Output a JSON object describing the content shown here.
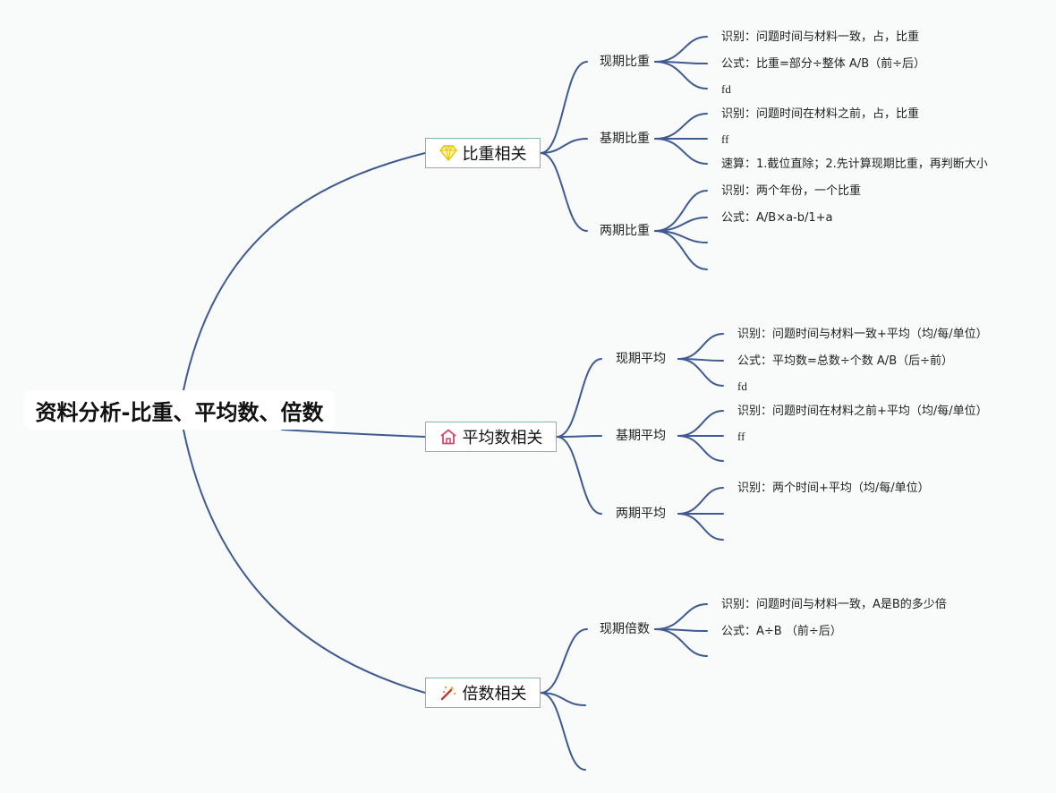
{
  "root": {
    "title": "资料分析-比重、平均数、倍数"
  },
  "branches": [
    {
      "label": "比重相关",
      "icon": "diamond-icon",
      "subs": [
        {
          "label": "现期比重",
          "leaves": [
            "识别：问题时间与材料一致，占，比重",
            "公式：比重=部分÷整体 A/B（前÷后）",
            "fd"
          ]
        },
        {
          "label": "基期比重",
          "leaves": [
            "识别：问题时间在材料之前，占，比重",
            "ff",
            "速算：1.截位直除；2.先计算现期比重，再判断大小"
          ]
        },
        {
          "label": "两期比重",
          "leaves": [
            "识别：两个年份，一个比重",
            "公式：A/B×a-b/1+a",
            "",
            ""
          ]
        }
      ]
    },
    {
      "label": "平均数相关",
      "icon": "house-icon",
      "subs": [
        {
          "label": "现期平均",
          "leaves": [
            "识别：问题时间与材料一致+平均（均/每/单位）",
            "公式：平均数=总数÷个数 A/B（后÷前）",
            "fd"
          ]
        },
        {
          "label": "基期平均",
          "leaves": [
            "识别：问题时间在材料之前+平均（均/每/单位）",
            "ff",
            ""
          ]
        },
        {
          "label": "两期平均",
          "leaves": [
            "识别：两个时间+平均（均/每/单位）",
            "",
            ""
          ]
        }
      ]
    },
    {
      "label": "倍数相关",
      "icon": "magic-wand-icon",
      "subs": [
        {
          "label": "现期倍数",
          "leaves": [
            "识别：问题时间与材料一致，A是B的多少倍",
            "公式：A÷B （前÷后）",
            ""
          ]
        },
        {
          "label": "",
          "leaves": []
        },
        {
          "label": "",
          "leaves": []
        }
      ]
    }
  ],
  "colors": {
    "line": "#3f5a92",
    "main_border": "#7fb7a8",
    "background": "#f9fafa"
  }
}
